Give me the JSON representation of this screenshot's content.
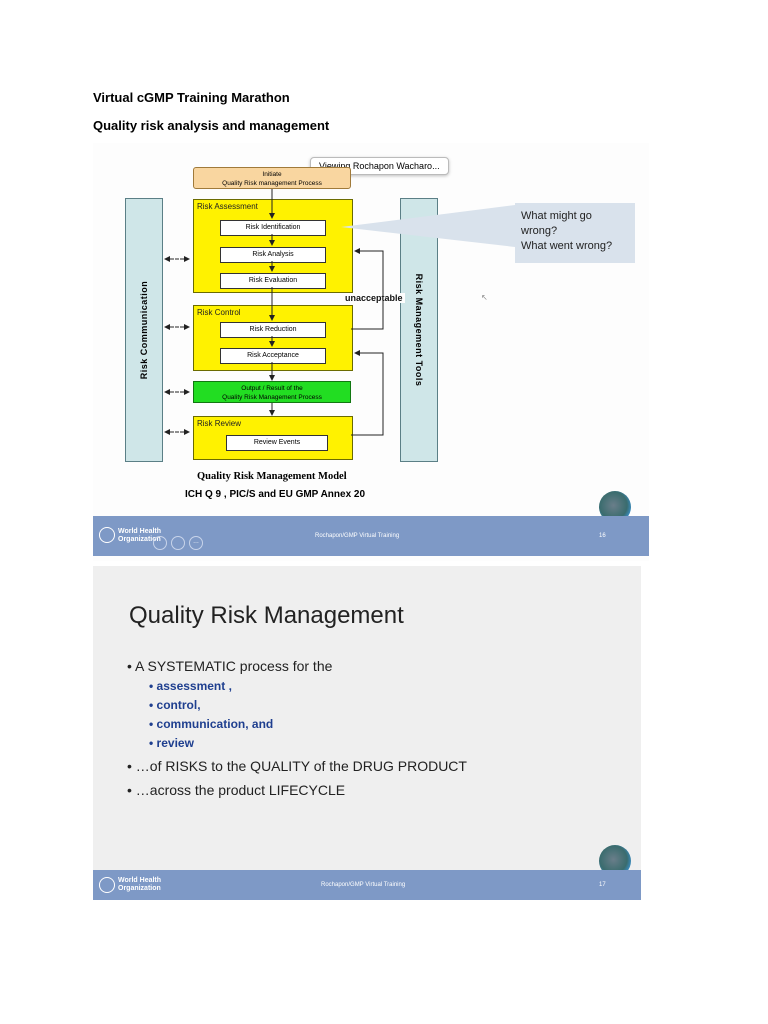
{
  "heading1": "Virtual cGMP Training Marathon",
  "heading2": "Quality risk analysis and management",
  "slide1": {
    "tooltip": "Viewing Rochapon Wacharo...",
    "initiate": "Initiate\nQuality Risk management Process",
    "risk_communication": "Risk Communication",
    "risk_management_tools": "Risk Management Tools",
    "risk_assessment": "Risk Assessment",
    "risk_identification": "Risk Identification",
    "risk_analysis": "Risk Analysis",
    "risk_evaluation": "Risk Evaluation",
    "unacceptable": "unacceptable",
    "risk_control": "Risk Control",
    "risk_reduction": "Risk Reduction",
    "risk_acceptance": "Risk Acceptance",
    "output": "Output / Result of the\nQuality Risk Management Process",
    "risk_review": "Risk Review",
    "review_events": "Review Events",
    "model_title": "Quality Risk Management Model",
    "model_subtitle": "ICH  Q 9 , PIC/S and EU GMP Annex 20",
    "callout_line1": "What might go wrong?",
    "callout_line2": "What went wrong?",
    "who_line1": "World Health",
    "who_line2": "Organization",
    "footer_center": "Rochapon/GMP Virtual Training",
    "page_number": "16",
    "colors": {
      "yellow": "#fff200",
      "green": "#22dd22",
      "sidebar": "#cfe6e8",
      "footer": "#7e99c6",
      "callout": "#d9e2ec"
    }
  },
  "slide2": {
    "title": "Quality Risk Management",
    "bullet1": "A SYSTEMATIC process for the",
    "sub_items": [
      "assessment ,",
      "control,",
      "communication, and",
      "review"
    ],
    "bullet2": "…of RISKS to the QUALITY of the DRUG PRODUCT",
    "bullet3": "…across the product LIFECYCLE",
    "who_line1": "World Health",
    "who_line2": "Organization",
    "footer_center": "Rochapon/GMP Virtual Training",
    "page_number": "17"
  }
}
